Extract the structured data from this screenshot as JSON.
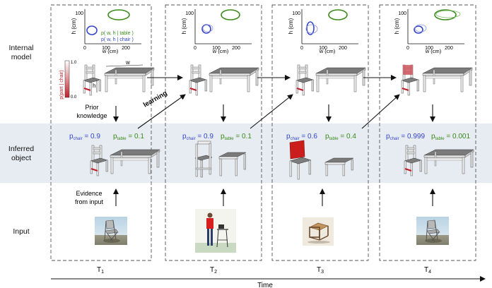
{
  "rows": {
    "internal_model": "Internal\nmodel",
    "inferred_object": "Inferred\nobject",
    "input": "Input"
  },
  "side_labels": {
    "prior_knowledge": "Prior\nknowledge",
    "evidence": "Evidence\nfrom input",
    "learning": "learning"
  },
  "plot": {
    "ylabel": "h (cm)",
    "xlabel": "w (cm)",
    "y_tick": "100",
    "x_ticks": [
      "0",
      "100",
      "200"
    ],
    "legend_table": "p( w, h | table )",
    "legend_chair": "p( w, h | chair )"
  },
  "part_axis_label": "p(part | chair)",
  "part_scale": [
    "1.0",
    "0.0"
  ],
  "dim_labels": {
    "w": "w",
    "h": "h"
  },
  "panels": [
    {
      "time": "T",
      "sub": "1",
      "p_chair_val": "0.9",
      "p_table_val": "0.1"
    },
    {
      "time": "T",
      "sub": "2",
      "p_chair_val": "0.9",
      "p_table_val": "0.1"
    },
    {
      "time": "T",
      "sub": "3",
      "p_chair_val": "0.6",
      "p_table_val": "0.4"
    },
    {
      "time": "T",
      "sub": "4",
      "p_chair_val": "0.999",
      "p_table_val": "0.001"
    }
  ],
  "prob_labels": {
    "p": "p",
    "chair_sub": "chair",
    "table_sub": "table",
    "eq": " = "
  },
  "time_label": "Time",
  "colors": {
    "chair": "#3344cc",
    "table": "#3a8a1a",
    "part": "#c0202a",
    "band": "#e6ecf1"
  }
}
